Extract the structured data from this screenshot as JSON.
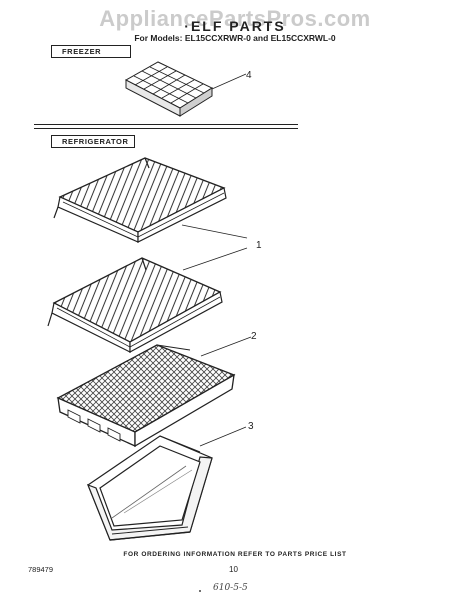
{
  "watermark": "AppliancePartsPros.com",
  "title": "·ELF PARTS",
  "models": "For Models: EL15CCXRWR-0 and EL15CCXRWL-0",
  "sections": {
    "freezer": "FREEZER",
    "refrigerator": "REFRIGERATOR"
  },
  "callouts": {
    "ice_tray": "4",
    "shelves": "1",
    "crisper_cover": "2",
    "crisper_pan": "3"
  },
  "footer": {
    "note": "FOR ORDERING INFORMATION REFER TO PARTS PRICE LIST",
    "doc_id": "789479",
    "page": "10",
    "handwritten": "610-5-5"
  }
}
